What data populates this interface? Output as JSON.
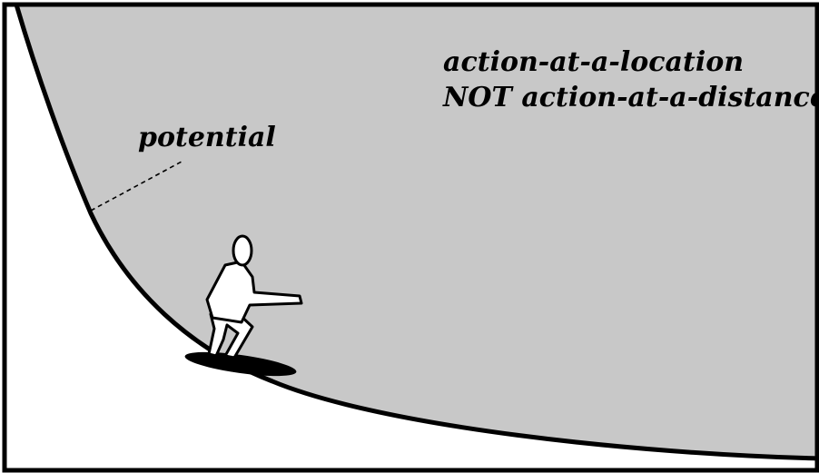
{
  "labels": {
    "potential": "potential",
    "line1": "action-at-a-location",
    "line2": "NOT action-at-a-distance"
  },
  "colors": {
    "background": "#ffffff",
    "potential_fill": "#c8c8c8",
    "ink": "#000000"
  }
}
